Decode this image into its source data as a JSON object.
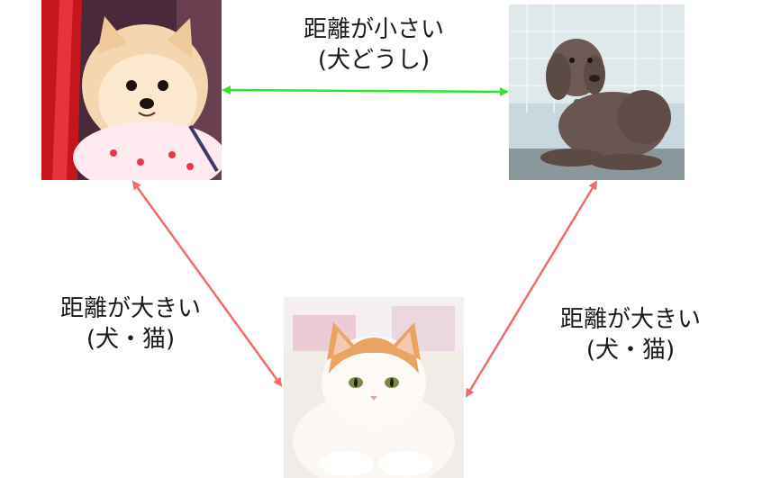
{
  "labels": {
    "top": {
      "line1": "距離が小さい",
      "line2": "(犬どうし)"
    },
    "left": {
      "line1": "距離が大きい",
      "line2": "(犬・猫)"
    },
    "right": {
      "line1": "距離が大きい",
      "line2": "(犬・猫)"
    }
  },
  "colors": {
    "small_distance_arrow": "#2ee62e",
    "large_distance_arrow": "#f26b6b"
  },
  "images": {
    "pomeranian": "pomeranian-photo",
    "poodle": "poodle-photo",
    "cat": "cat-photo"
  }
}
